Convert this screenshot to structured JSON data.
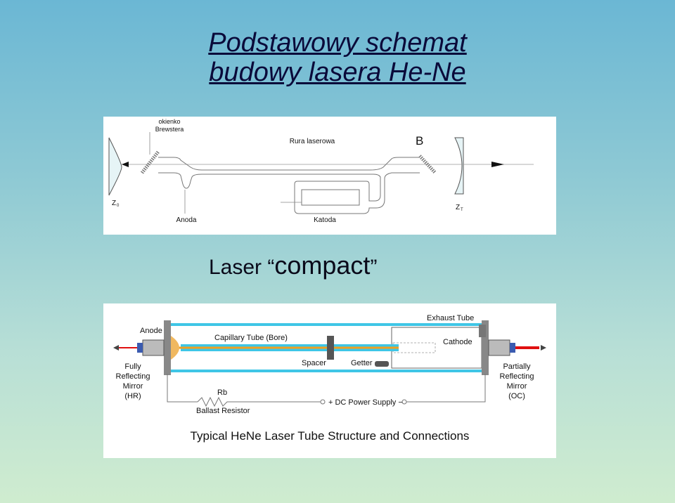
{
  "slide": {
    "title_line1": "Podstawowy schemat",
    "title_line2": "budowy lasera He-Ne",
    "subtitle_pre": "Laser “",
    "subtitle_word": "compact",
    "subtitle_post": "”"
  },
  "diagram1": {
    "brewster_window_label_1": "okienko",
    "brewster_window_label_2": "Brewstera",
    "tube_label": "Rura laserowa",
    "b_label": "B",
    "z0_main": "Z",
    "z0_sub": "0",
    "zt_main": "Z",
    "zt_sub": "T",
    "anode_label": "Anoda",
    "cathode_label": "Katoda"
  },
  "diagram2": {
    "anode": "Anode",
    "capillary": "Capillary Tube (Bore)",
    "exhaust": "Exhaust Tube",
    "cathode": "Cathode",
    "spacer": "Spacer",
    "getter": "Getter",
    "hr_1": "Fully",
    "hr_2": "Reflecting",
    "hr_3": "Mirror",
    "hr_4": "(HR)",
    "oc_1": "Partially",
    "oc_2": "Reflecting",
    "oc_3": "Mirror",
    "oc_4": "(OC)",
    "rb": "Rb",
    "ballast": "Ballast Resistor",
    "power": "+ DC Power Supply −",
    "caption": "Typical HeNe Laser Tube Structure and Connections"
  },
  "colors": {
    "title": "#0a0a3a",
    "tube_cyan": "#3fc6e6",
    "beam_orange": "#f0a020",
    "beam_red": "#e01010"
  }
}
